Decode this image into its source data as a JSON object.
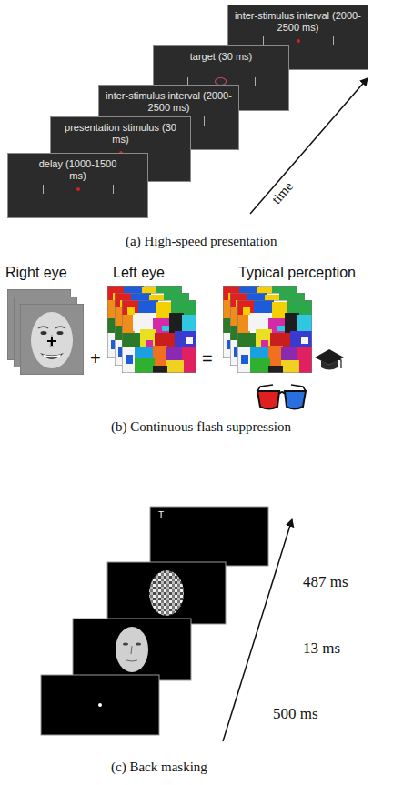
{
  "diagram": {
    "nodes": [
      {
        "text": [
          "delay (1000-1500 ms)"
        ]
      },
      {
        "text": [
          "presentation stimulus (30 ms)"
        ]
      },
      {
        "text": [
          "inter-stimulus interval (2000-2500 ms)"
        ]
      },
      {
        "text": [
          "target (30 ms)"
        ]
      },
      {
        "text": [
          "inter-stimulus interval (2000-2500 ms)"
        ]
      }
    ],
    "labels": [
      "time",
      "(a) High-speed presentation",
      "Right eye",
      "Left eye",
      "Typical perception",
      "+",
      "=",
      "(b) Continuous flash suppression",
      "T",
      "487 ms",
      "13 ms",
      "500 ms",
      "(c) Back masking"
    ]
  }
}
